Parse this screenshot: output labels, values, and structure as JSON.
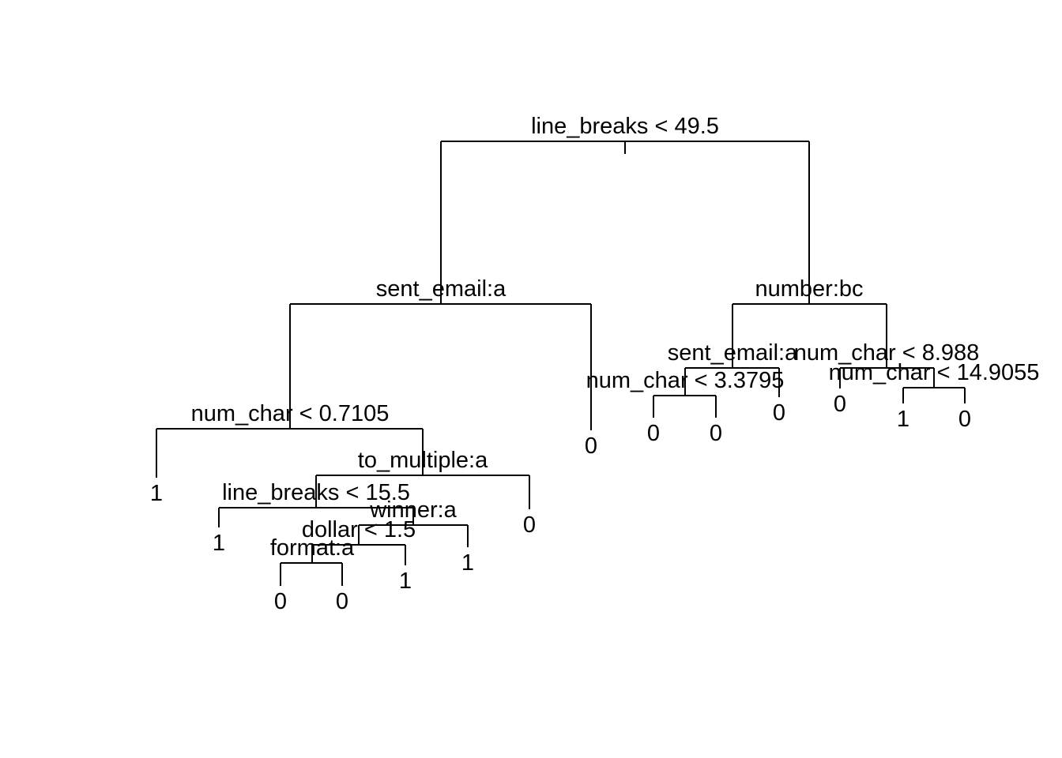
{
  "tree": {
    "nodes": [
      {
        "id": "n1",
        "split": "line_breaks < 49.5",
        "children": [
          "n2",
          "n3"
        ]
      },
      {
        "id": "n2",
        "split": "sent_email:a",
        "children": [
          "n4",
          "L_n2_right"
        ]
      },
      {
        "id": "n3",
        "split": "number:bc",
        "children": [
          "n5",
          "n6"
        ]
      },
      {
        "id": "n4",
        "split": "num_char < 0.7105",
        "children": [
          "L_n4_left",
          "n7"
        ]
      },
      {
        "id": "n5",
        "split": "sent_email:a",
        "children": [
          "n8",
          "L_n5_right"
        ]
      },
      {
        "id": "n6",
        "split": "num_char < 8.988",
        "children": [
          "L_n6_left",
          "n9"
        ]
      },
      {
        "id": "n7",
        "split": "to_multiple:a",
        "children": [
          "n10",
          "L_n7_right"
        ]
      },
      {
        "id": "n8",
        "split": "num_char < 3.3795",
        "children": [
          "L_n8_left",
          "L_n8_right"
        ]
      },
      {
        "id": "n9",
        "split": "num_char < 14.9055",
        "children": [
          "L_n9_left",
          "L_n9_right"
        ]
      },
      {
        "id": "n10",
        "split": "line_breaks < 15.5",
        "children": [
          "L_n10_left",
          "n11"
        ]
      },
      {
        "id": "n11",
        "split": "winner:a",
        "children": [
          "n12",
          "L_n11_right"
        ]
      },
      {
        "id": "n12",
        "split": "dollar < 1.5",
        "children": [
          "n13",
          "L_n12_right"
        ]
      },
      {
        "id": "n13",
        "split": "format:a",
        "children": [
          "L_n13_left",
          "L_n13_right"
        ]
      }
    ],
    "leaves": [
      {
        "id": "L_n4_left",
        "label": "1"
      },
      {
        "id": "L_n10_left",
        "label": "1"
      },
      {
        "id": "L_n13_left",
        "label": "0"
      },
      {
        "id": "L_n13_right",
        "label": "0"
      },
      {
        "id": "L_n12_right",
        "label": "1"
      },
      {
        "id": "L_n11_right",
        "label": "1"
      },
      {
        "id": "L_n7_right",
        "label": "0"
      },
      {
        "id": "L_n2_right",
        "label": "0"
      },
      {
        "id": "L_n8_left",
        "label": "0"
      },
      {
        "id": "L_n8_right",
        "label": "0"
      },
      {
        "id": "L_n5_right",
        "label": "0"
      },
      {
        "id": "L_n6_left",
        "label": "0"
      },
      {
        "id": "L_n9_left",
        "label": "1"
      },
      {
        "id": "L_n9_right",
        "label": "0"
      }
    ]
  }
}
